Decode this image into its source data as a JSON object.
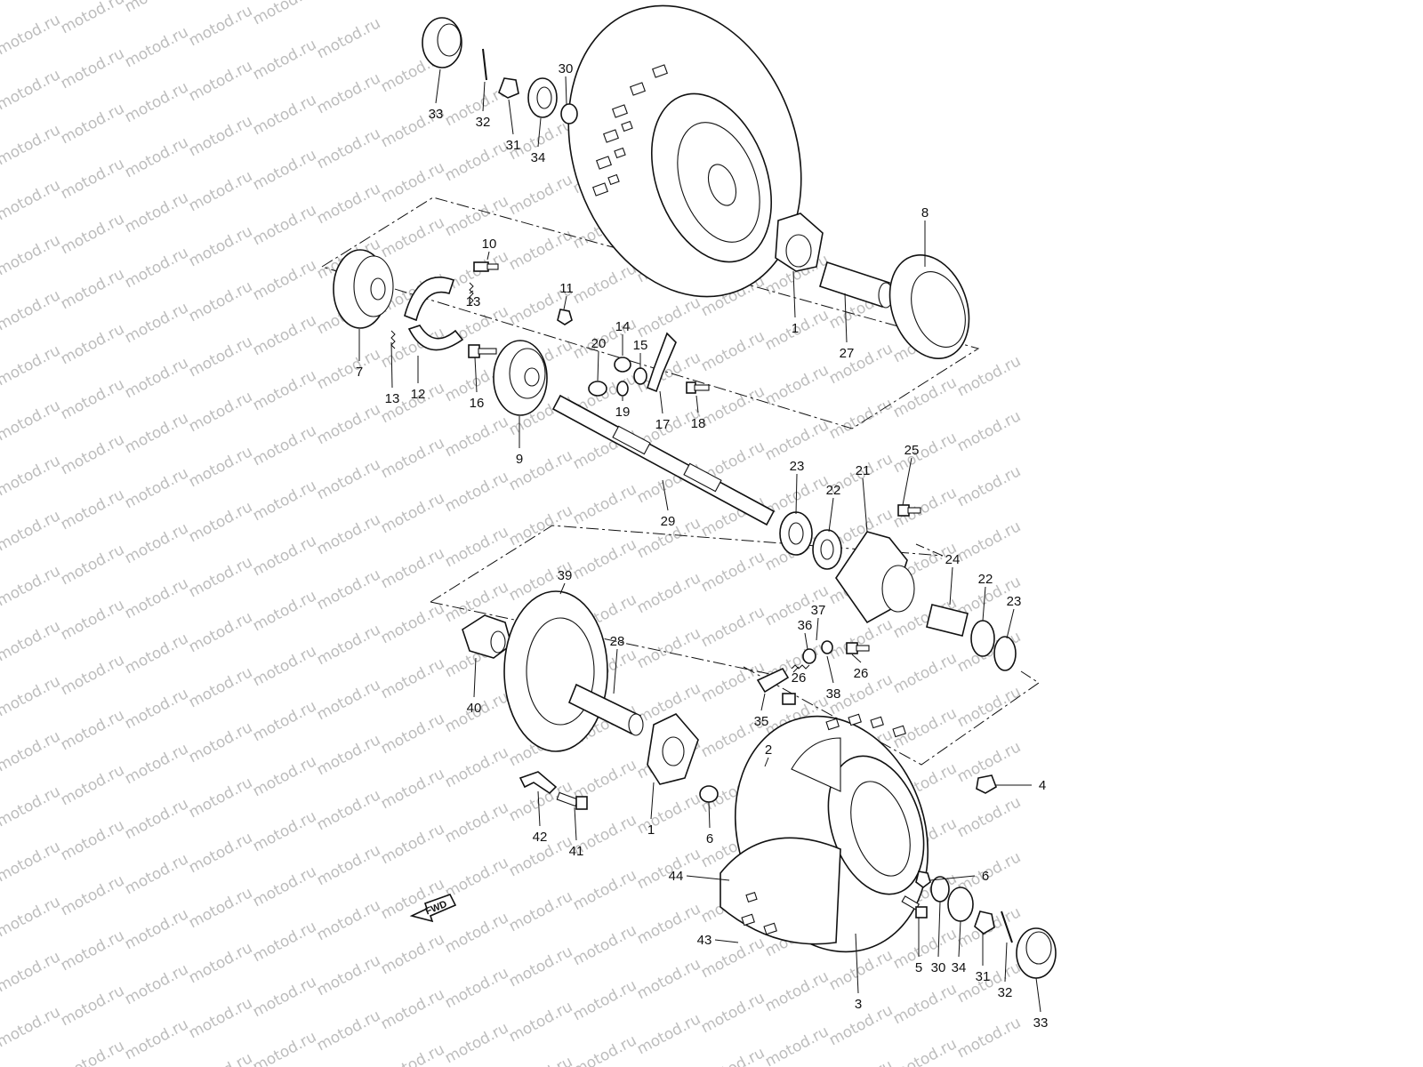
{
  "watermark_text": "motod.ru",
  "fwd_label": "FWD",
  "labels": [
    {
      "n": "33"
    },
    {
      "n": "32"
    },
    {
      "n": "31"
    },
    {
      "n": "34"
    },
    {
      "n": "30"
    },
    {
      "n": "8"
    },
    {
      "n": "10"
    },
    {
      "n": "11"
    },
    {
      "n": "13"
    },
    {
      "n": "14"
    },
    {
      "n": "15"
    },
    {
      "n": "20"
    },
    {
      "n": "1"
    },
    {
      "n": "27"
    },
    {
      "n": "7"
    },
    {
      "n": "13"
    },
    {
      "n": "12"
    },
    {
      "n": "16"
    },
    {
      "n": "19"
    },
    {
      "n": "17"
    },
    {
      "n": "18"
    },
    {
      "n": "9"
    },
    {
      "n": "23"
    },
    {
      "n": "22"
    },
    {
      "n": "21"
    },
    {
      "n": "25"
    },
    {
      "n": "29"
    },
    {
      "n": "24"
    },
    {
      "n": "22"
    },
    {
      "n": "23"
    },
    {
      "n": "39"
    },
    {
      "n": "28"
    },
    {
      "n": "37"
    },
    {
      "n": "36"
    },
    {
      "n": "26"
    },
    {
      "n": "26"
    },
    {
      "n": "38"
    },
    {
      "n": "40"
    },
    {
      "n": "35"
    },
    {
      "n": "2"
    },
    {
      "n": "4"
    },
    {
      "n": "42"
    },
    {
      "n": "41"
    },
    {
      "n": "1"
    },
    {
      "n": "6"
    },
    {
      "n": "44"
    },
    {
      "n": "6"
    },
    {
      "n": "43"
    },
    {
      "n": "5"
    },
    {
      "n": "30"
    },
    {
      "n": "34"
    },
    {
      "n": "31"
    },
    {
      "n": "32"
    },
    {
      "n": "3"
    },
    {
      "n": "33"
    }
  ]
}
